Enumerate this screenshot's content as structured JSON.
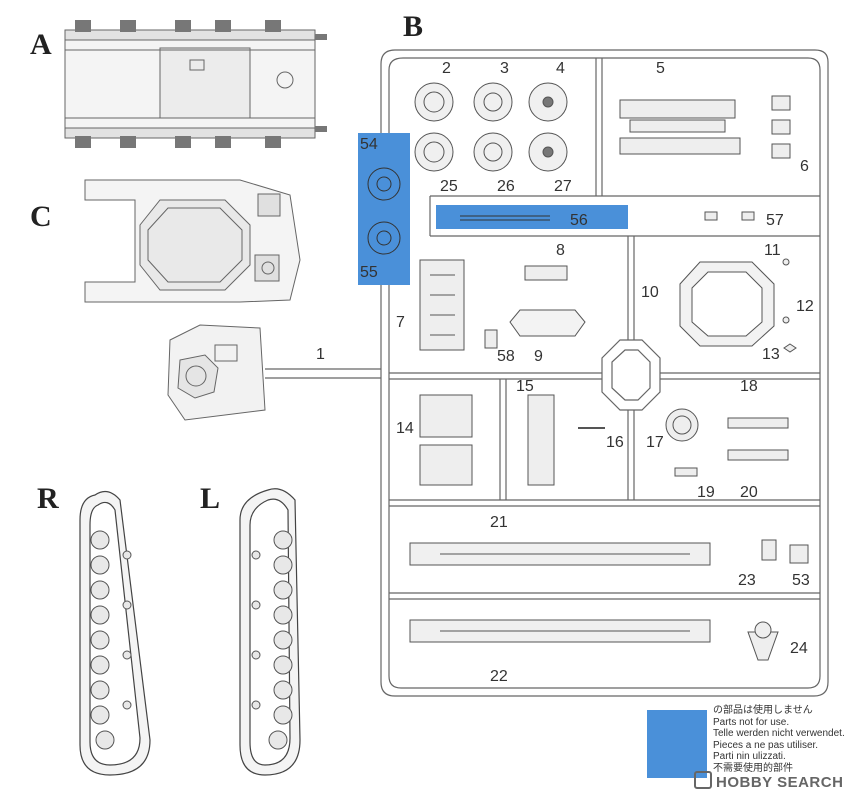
{
  "section_labels": {
    "A": "A",
    "B": "B",
    "C": "C",
    "R": "R",
    "L": "L"
  },
  "part_numbers": [
    "1",
    "2",
    "3",
    "4",
    "5",
    "6",
    "7",
    "8",
    "9",
    "10",
    "11",
    "12",
    "13",
    "14",
    "15",
    "16",
    "17",
    "18",
    "19",
    "20",
    "21",
    "22",
    "23",
    "24",
    "25",
    "26",
    "27",
    "53",
    "54",
    "55",
    "56",
    "57",
    "58"
  ],
  "legend": {
    "lines": [
      "の部品は使用しません",
      "Parts not for use.",
      "Telle werden nicht verwendet.",
      "Pieces a ne pas utiliser.",
      "Parti nin ulizzati.",
      "不需要使用的部件"
    ]
  },
  "watermark": "HOBBY SEARCH",
  "colors": {
    "unused_highlight": "#4a90d9",
    "line": "#555555"
  }
}
